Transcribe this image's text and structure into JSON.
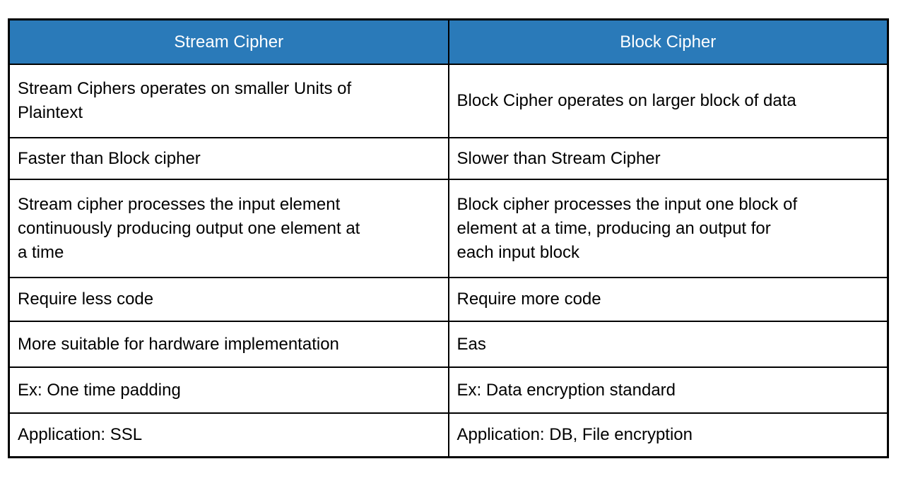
{
  "table": {
    "header_bg": "#2A7AB9",
    "header_text_color": "#FFFFFF",
    "border_color": "#000000",
    "headers": {
      "stream": "Stream Cipher",
      "block": "Block Cipher"
    },
    "rows": [
      {
        "stream": "Stream Ciphers operates on smaller Units of\nPlaintext",
        "block": "Block Cipher operates on larger block of data"
      },
      {
        "stream": "Faster than Block cipher",
        "block": "Slower than Stream Cipher"
      },
      {
        "stream": "Stream cipher processes the input element\ncontinuously producing output one element at\na time",
        "block": "Block cipher processes the input one block of\nelement at a time, producing an output for\neach input block"
      },
      {
        "stream": "Require less code",
        "block": "Require more code"
      },
      {
        "stream": "More suitable for hardware implementation",
        "block": "Eas"
      },
      {
        "stream": "Ex: One time padding",
        "block": "Ex: Data encryption standard"
      },
      {
        "stream": "Application: SSL",
        "block": "Application: DB, File encryption"
      }
    ]
  }
}
